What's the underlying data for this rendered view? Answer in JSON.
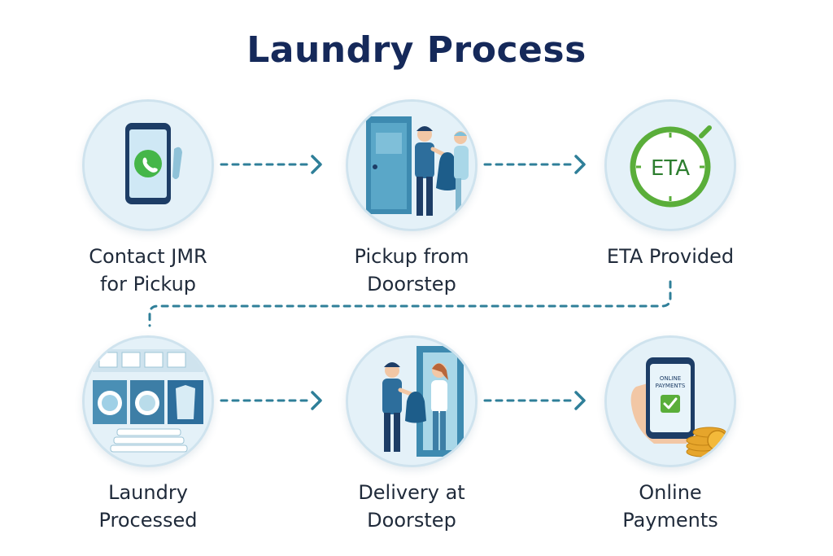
{
  "title": "Laundry Process",
  "steps": [
    {
      "label": "Contact JMR\nfor Pickup",
      "icon": "whatsapp-phone-icon"
    },
    {
      "label": "Pickup from\nDoorstep",
      "icon": "pickup-courier-icon"
    },
    {
      "label": "ETA Provided",
      "icon": "eta-clock-icon",
      "badge": "ETA"
    },
    {
      "label": "Laundry\nProcessed",
      "icon": "washing-machines-icon"
    },
    {
      "label": "Delivery at\nDoorstep",
      "icon": "delivery-courier-icon"
    },
    {
      "label": "Online\nPayments",
      "icon": "phone-payment-icon",
      "screen_text": "ONLINE\nPAYMENTS"
    }
  ],
  "colors": {
    "title": "#15295a",
    "connector": "#2f7f99",
    "circle_bg": "#e4f1f8",
    "accent_green": "#5aae3a",
    "accent_blue": "#2d6e9c"
  }
}
